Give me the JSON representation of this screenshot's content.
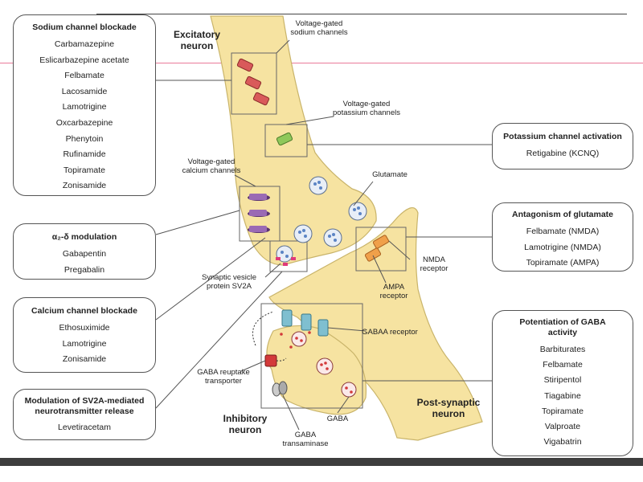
{
  "colors": {
    "neuron": "#f6e3a1",
    "neuron_stroke": "#c9b46a",
    "sodium": "#d95a5a",
    "potassium": "#8fc85a",
    "calcium": "#7c4a94",
    "ampa": "#f0a04a",
    "gaba_receptor": "#7fbfd0",
    "accent_pink": "#e03a7a",
    "vesicle": "#5b84c4",
    "gaba_dot": "#d33a3a"
  },
  "boxes": {
    "sodium": {
      "title": "Sodium channel blockade",
      "items": [
        "Carbamazepine",
        "Eslicarbazepine acetate",
        "Felbamate",
        "Lacosamide",
        "Lamotrigine",
        "Oxcarbazepine",
        "Phenytoin",
        "Rufinamide",
        "Topiramate",
        "Zonisamide"
      ]
    },
    "potassium": {
      "title": "Potassium channel activation",
      "items": [
        "Retigabine (KCNQ)"
      ]
    },
    "a2d": {
      "title": "α₂-δ modulation",
      "items": [
        "Gabapentin",
        "Pregabalin"
      ]
    },
    "glutamate": {
      "title": "Antagonism of glutamate",
      "items": [
        "Felbamate (NMDA)",
        "Lamotrigine (NMDA)",
        "Topiramate (AMPA)"
      ]
    },
    "calcium": {
      "title": "Calcium channel blockade",
      "items": [
        "Ethosuximide",
        "Lamotrigine",
        "Zonisamide"
      ]
    },
    "gaba": {
      "title": "Potentiation of GABA activity",
      "items": [
        "Barbiturates",
        "Felbamate",
        "Stiripentol",
        "Tiagabine",
        "Topiramate",
        "Valproate",
        "Vigabatrin"
      ]
    },
    "sv2a": {
      "title": "Modulation of SV2A-mediated neurotransmitter release",
      "items": [
        "Levetiracetam"
      ]
    }
  },
  "labels": {
    "excitatory": "Excitatory neuron",
    "vg_sodium": "Voltage-gated sodium channels",
    "vg_potassium": "Voltage-gated potassium channels",
    "vg_calcium": "Voltage-gated calcium channels",
    "glutamate": "Glutamate",
    "sv2a": "Synaptic vesicle protein SV2A",
    "nmda": "NMDA receptor",
    "ampa": "AMPA receptor",
    "gaba_a": "GABAA receptor",
    "reuptake": "GABA reuptake transporter",
    "inhibitory": "Inhibitory neuron",
    "gaba": "GABA",
    "transaminase": "GABA transaminase",
    "postsynaptic": "Post-synaptic neuron"
  }
}
